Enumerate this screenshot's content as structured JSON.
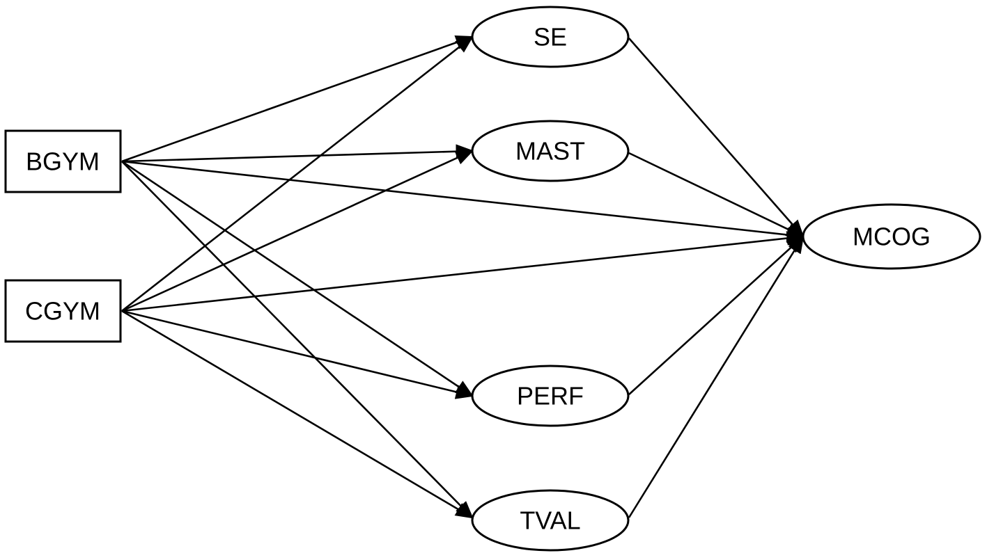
{
  "diagram": {
    "nodes": [
      {
        "id": "BGYM",
        "label": "BGYM",
        "shape": "rect"
      },
      {
        "id": "CGYM",
        "label": "CGYM",
        "shape": "rect"
      },
      {
        "id": "SE",
        "label": "SE",
        "shape": "ellipse"
      },
      {
        "id": "MAST",
        "label": "MAST",
        "shape": "ellipse"
      },
      {
        "id": "PERF",
        "label": "PERF",
        "shape": "ellipse"
      },
      {
        "id": "TVAL",
        "label": "TVAL",
        "shape": "ellipse"
      },
      {
        "id": "MCOG",
        "label": "MCOG",
        "shape": "ellipse"
      }
    ],
    "edges": [
      {
        "from": "BGYM",
        "to": "SE"
      },
      {
        "from": "BGYM",
        "to": "MAST"
      },
      {
        "from": "BGYM",
        "to": "MCOG"
      },
      {
        "from": "BGYM",
        "to": "PERF"
      },
      {
        "from": "BGYM",
        "to": "TVAL"
      },
      {
        "from": "CGYM",
        "to": "SE"
      },
      {
        "from": "CGYM",
        "to": "MAST"
      },
      {
        "from": "CGYM",
        "to": "MCOG"
      },
      {
        "from": "CGYM",
        "to": "PERF"
      },
      {
        "from": "CGYM",
        "to": "TVAL"
      },
      {
        "from": "SE",
        "to": "MCOG"
      },
      {
        "from": "MAST",
        "to": "MCOG"
      },
      {
        "from": "PERF",
        "to": "MCOG"
      },
      {
        "from": "TVAL",
        "to": "MCOG"
      }
    ],
    "colors": {
      "stroke": "#000000",
      "fill": "#ffffff",
      "text": "#000000"
    }
  }
}
